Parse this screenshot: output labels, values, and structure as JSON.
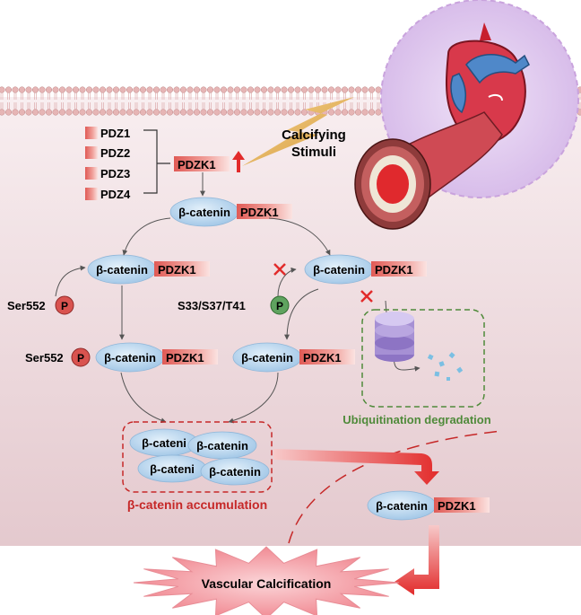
{
  "domains": [
    "PDZ1",
    "PDZ2",
    "PDZ3",
    "PDZ4"
  ],
  "pdzk1": "PDZK1",
  "beta_catenin": "β-catenin",
  "beta_catenin_truncated": "β-cateni",
  "stimuli": {
    "line1": "Calcifying",
    "line2": "Stimuli"
  },
  "phospho": {
    "p": "P",
    "ser552": "Ser552",
    "s33": "S33/S37/T41"
  },
  "ubiquitination": "Ubiquitination degradation",
  "accumulation": "β-catenin accumulation",
  "calcification": "Vascular Calcification",
  "colors": {
    "pdz": "#e8736e",
    "cell": "#f1dfe2",
    "ellipse": "#bcd8ee",
    "red_dash": "#c62828",
    "green_dash": "#4f8a3a",
    "p_red": "#d9534f",
    "p_green": "#5fa35f",
    "membrane": "#e6b5b5"
  }
}
